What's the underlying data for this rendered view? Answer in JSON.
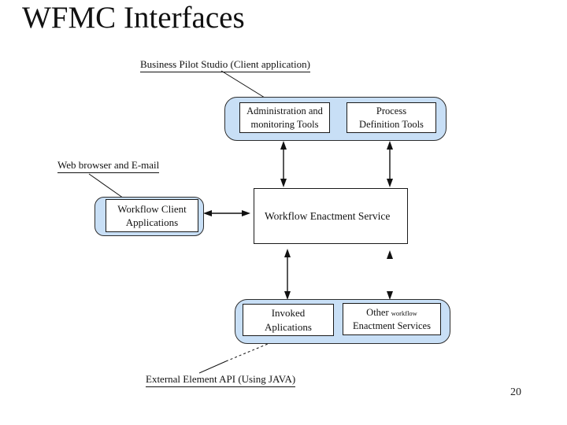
{
  "slide": {
    "title": "WFMC Interfaces",
    "page_number": "20"
  },
  "diagram": {
    "labels": {
      "business_pilot": "Business Pilot Studio (Client application)",
      "web_browser": "Web browser and E-mail",
      "external_api": "External Element API (Using JAVA)"
    },
    "boxes": {
      "admin_line1": "Administration and",
      "admin_line2": "monitoring Tools",
      "process_line1": "Process",
      "process_line2": "Definition Tools",
      "client_line1": "Workflow Client",
      "client_line2": "Applications",
      "enactment_service": "Workflow Enactment Service",
      "invoked_line1": "Invoked",
      "invoked_line2": "Aplications",
      "other_line1_main": "Other",
      "other_line1_small": "workflow",
      "other_line2": "Enactment Services"
    },
    "colors": {
      "container_fill": "#c8dff6",
      "container_border": "#2d2d2d",
      "box_border": "#1a1a1a",
      "line": "#111111"
    }
  }
}
